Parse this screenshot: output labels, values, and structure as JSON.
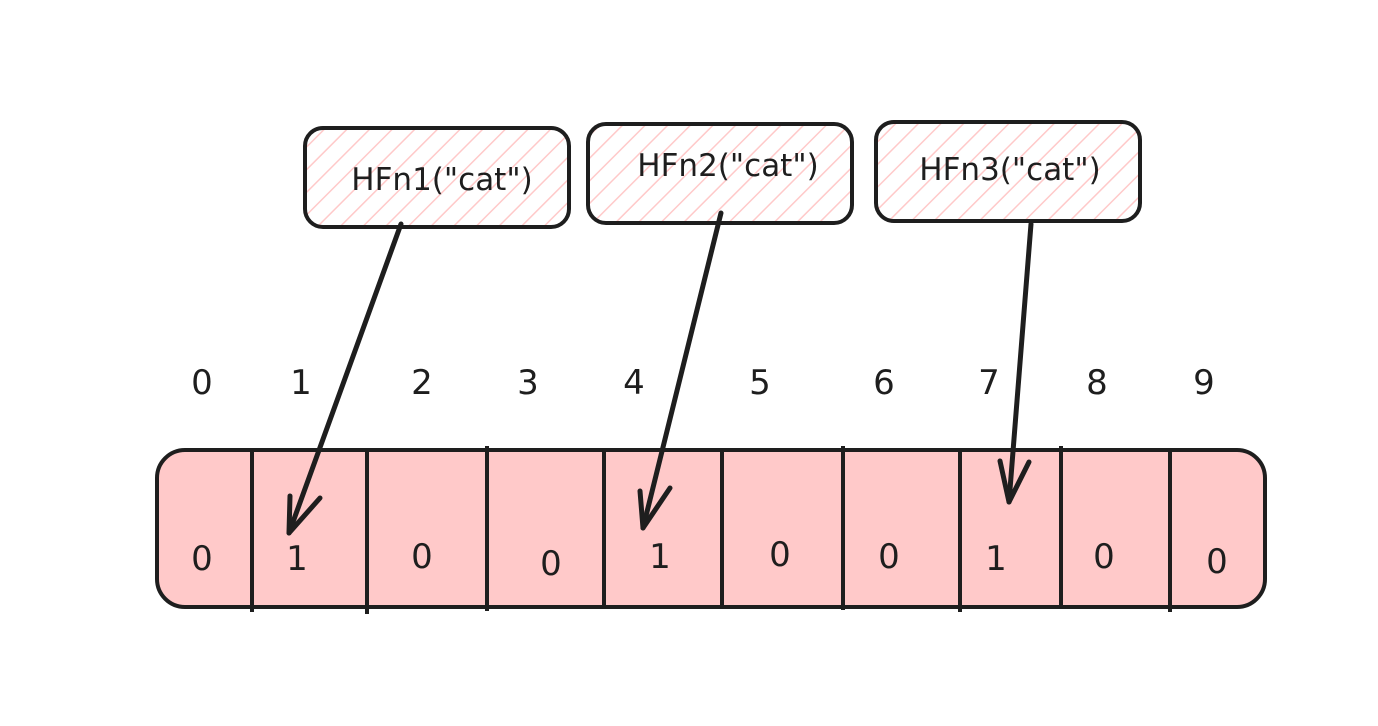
{
  "hash_functions": [
    {
      "label": "HFn1(\"cat\")",
      "target_index": 1
    },
    {
      "label": "HFn2(\"cat\")",
      "target_index": 4
    },
    {
      "label": "HFn3(\"cat\")",
      "target_index": 7
    }
  ],
  "indices": [
    "0",
    "1",
    "2",
    "3",
    "4",
    "5",
    "6",
    "7",
    "8",
    "9"
  ],
  "bits": [
    "0",
    "1",
    "0",
    "0",
    "1",
    "0",
    "0",
    "1",
    "0",
    "0"
  ],
  "colors": {
    "ink": "#1e1e1e",
    "array_fill": "#ffc9c9",
    "hatch": "#ffc9c9"
  }
}
